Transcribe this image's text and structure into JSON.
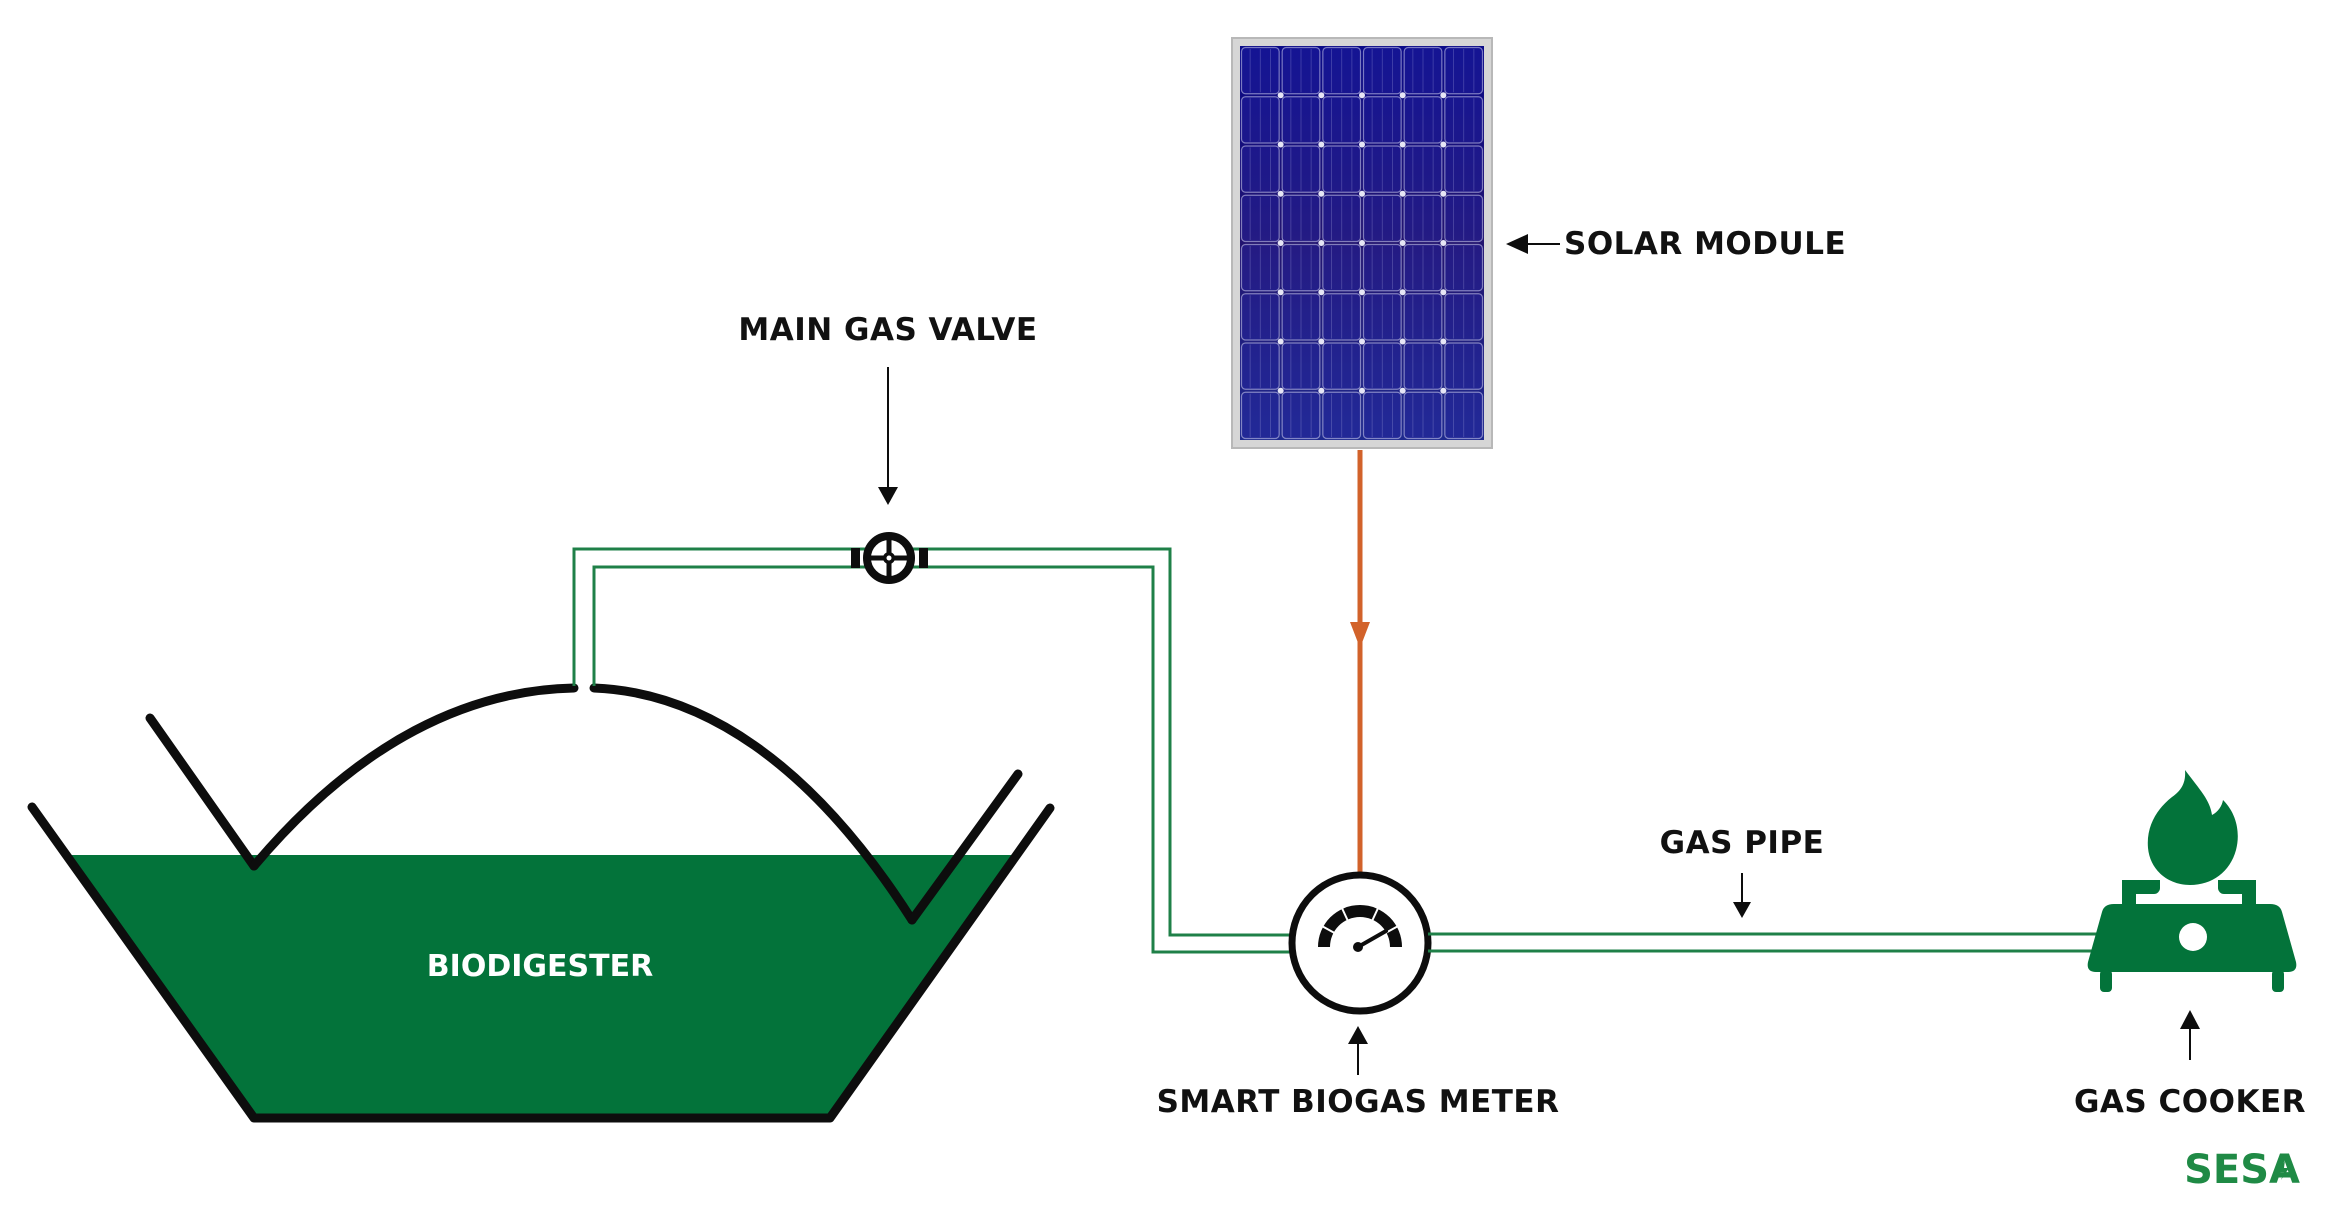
{
  "diagram": {
    "labels": {
      "solar_module": "SOLAR MODULE",
      "main_gas_valve": "MAIN GAS VALVE",
      "biodigester": "BIODIGESTER",
      "gas_pipe": "GAS PIPE",
      "smart_biogas_meter": "SMART BIOGAS METER",
      "gas_cooker": "GAS COOKER"
    },
    "brand": {
      "name": "SESA",
      "icon": "lightning-bolt-icon"
    },
    "components": [
      {
        "id": "biodigester",
        "icon": "biodigester-tank"
      },
      {
        "id": "main-gas-valve",
        "icon": "valve-wheel-icon"
      },
      {
        "id": "solar-module",
        "icon": "solar-panel-icon",
        "cell_grid": {
          "columns": 6,
          "rows": 8
        }
      },
      {
        "id": "smart-biogas-meter",
        "icon": "gauge-icon"
      },
      {
        "id": "gas-cooker",
        "icon": "gas-stove-flame-icon"
      }
    ],
    "connections": [
      {
        "from": "biodigester",
        "to": "main-gas-valve",
        "type": "gas pipe"
      },
      {
        "from": "main-gas-valve",
        "to": "smart-biogas-meter",
        "type": "gas pipe"
      },
      {
        "from": "solar-module",
        "to": "smart-biogas-meter",
        "type": "power cable"
      },
      {
        "from": "smart-biogas-meter",
        "to": "gas-cooker",
        "type": "gas pipe"
      }
    ],
    "colors": {
      "brand_green": "#03733a",
      "pipe_green": "#1f8048",
      "cable_orange": "#d2622a",
      "outline_black": "#0d0d0d",
      "panel_blue": "#1a1a8c",
      "panel_frame": "#c9c9c9"
    }
  }
}
